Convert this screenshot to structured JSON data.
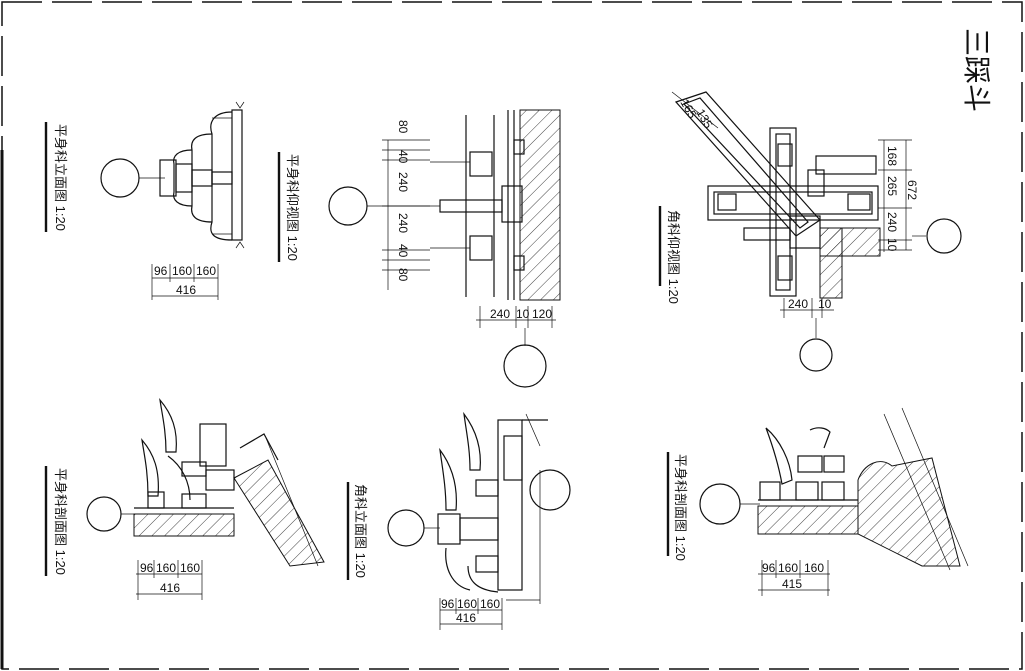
{
  "drawing_title": "三踩斗",
  "views": {
    "elev_flat": {
      "label": "平身科立面图 1:20",
      "dims_top": [
        "96",
        "160",
        "160"
      ],
      "dims_total": "416"
    },
    "plan_flat": {
      "label": "平身科仰视图 1:20",
      "dims_v": [
        "80",
        "40",
        "240",
        "240",
        "40",
        "80"
      ],
      "dims_h": [
        "240",
        "10",
        "120"
      ]
    },
    "plan_corner": {
      "label": "角科仰视图 1:20",
      "diag": [
        "165",
        "135"
      ],
      "dims_v": [
        "168",
        "265",
        "672",
        "240",
        "10"
      ],
      "dims_h": [
        "240",
        "10"
      ]
    },
    "sect_flat_left": {
      "label": "平身科剖面图 1:20",
      "dims_top": [
        "96",
        "160",
        "160"
      ],
      "dims_total": "416"
    },
    "elev_corner": {
      "label": "角科立面图 1:20",
      "dims_top": [
        "96",
        "160",
        "160"
      ],
      "dims_total": "416"
    },
    "sect_flat_right": {
      "label": "平身科剖面图 1:20",
      "dims_top": [
        "96",
        "160",
        "160"
      ],
      "dims_total": "415"
    }
  }
}
